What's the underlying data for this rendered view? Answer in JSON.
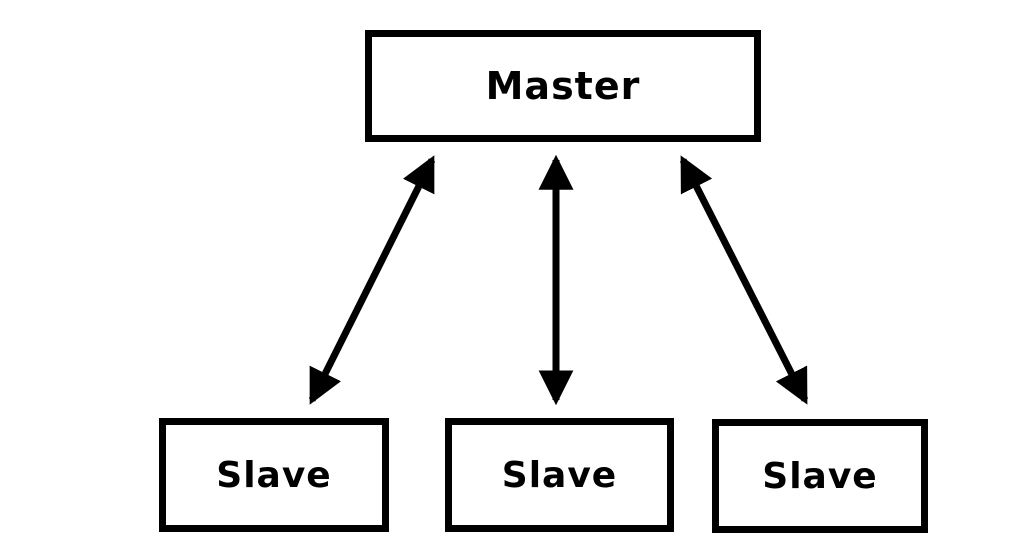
{
  "diagram": {
    "type": "topology",
    "background_color": "#ffffff",
    "line_color": "#000000",
    "box_border_color": "#000000",
    "box_fill_color": "#ffffff",
    "text_color": "#000000",
    "nodes": {
      "master": {
        "label": "Master"
      },
      "slaves": [
        {
          "label": "Slave"
        },
        {
          "label": "Slave"
        },
        {
          "label": "Slave"
        }
      ]
    },
    "edges": [
      {
        "from": "master",
        "to": "slave-1",
        "bidirectional": true
      },
      {
        "from": "master",
        "to": "slave-2",
        "bidirectional": true
      },
      {
        "from": "master",
        "to": "slave-3",
        "bidirectional": true
      }
    ]
  }
}
